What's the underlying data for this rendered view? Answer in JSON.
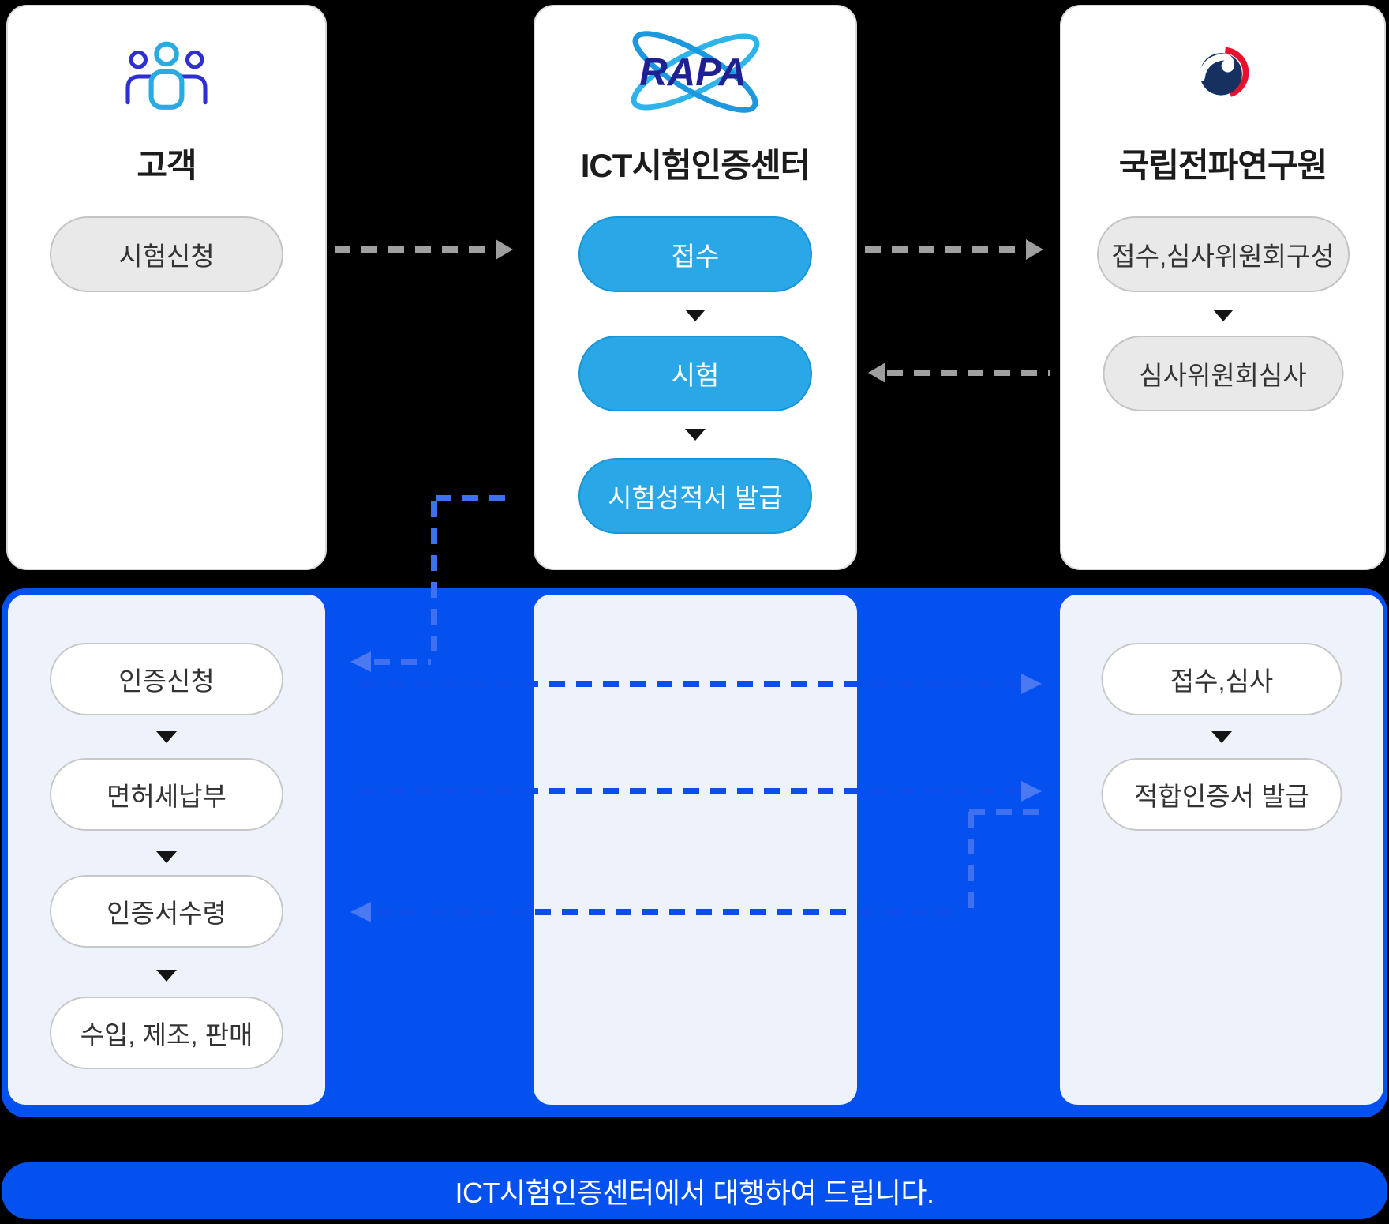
{
  "diagram": {
    "columns": [
      {
        "title": "고객",
        "icon": "people-icon"
      },
      {
        "title": "ICT시험인증센터",
        "icon": "rapa-logo"
      },
      {
        "title": "국립전파연구원",
        "icon": "korea-gov-logo"
      }
    ],
    "top_flow": {
      "customer": [
        "시험신청"
      ],
      "ict_center": [
        "접수",
        "시험",
        "시험성적서 발급"
      ],
      "rra": [
        "접수,심사위원회구성",
        "심사위원회심사"
      ]
    },
    "bottom_flow": {
      "customer": [
        "인증신청",
        "면허세납부",
        "인증서수령",
        "수입, 제조, 판매"
      ],
      "rra": [
        "접수,심사",
        "적합인증서 발급"
      ]
    },
    "footer_note": "ICT시험인증센터에서 대행하여 드립니다.",
    "logo_rapa_text": "RAPA",
    "colors": {
      "band_blue": "#0551f0",
      "process_blue": "#29a7e6",
      "process_blue_border": "#1795d6",
      "dash_blue": "#0d4dec",
      "dash_blue_light": "#3f70f0",
      "arrow_gray": "#9e9e9e",
      "light_column": "#edf2fb",
      "gray_pill": "#e9e9e9",
      "white_pill": "#ffffff",
      "gov_navy": "#16305f",
      "gov_red": "#e8112d",
      "icon_cyan": "#29abe2",
      "icon_indigo": "#2e2ed2",
      "rapa_navy": "#1f2193"
    }
  }
}
